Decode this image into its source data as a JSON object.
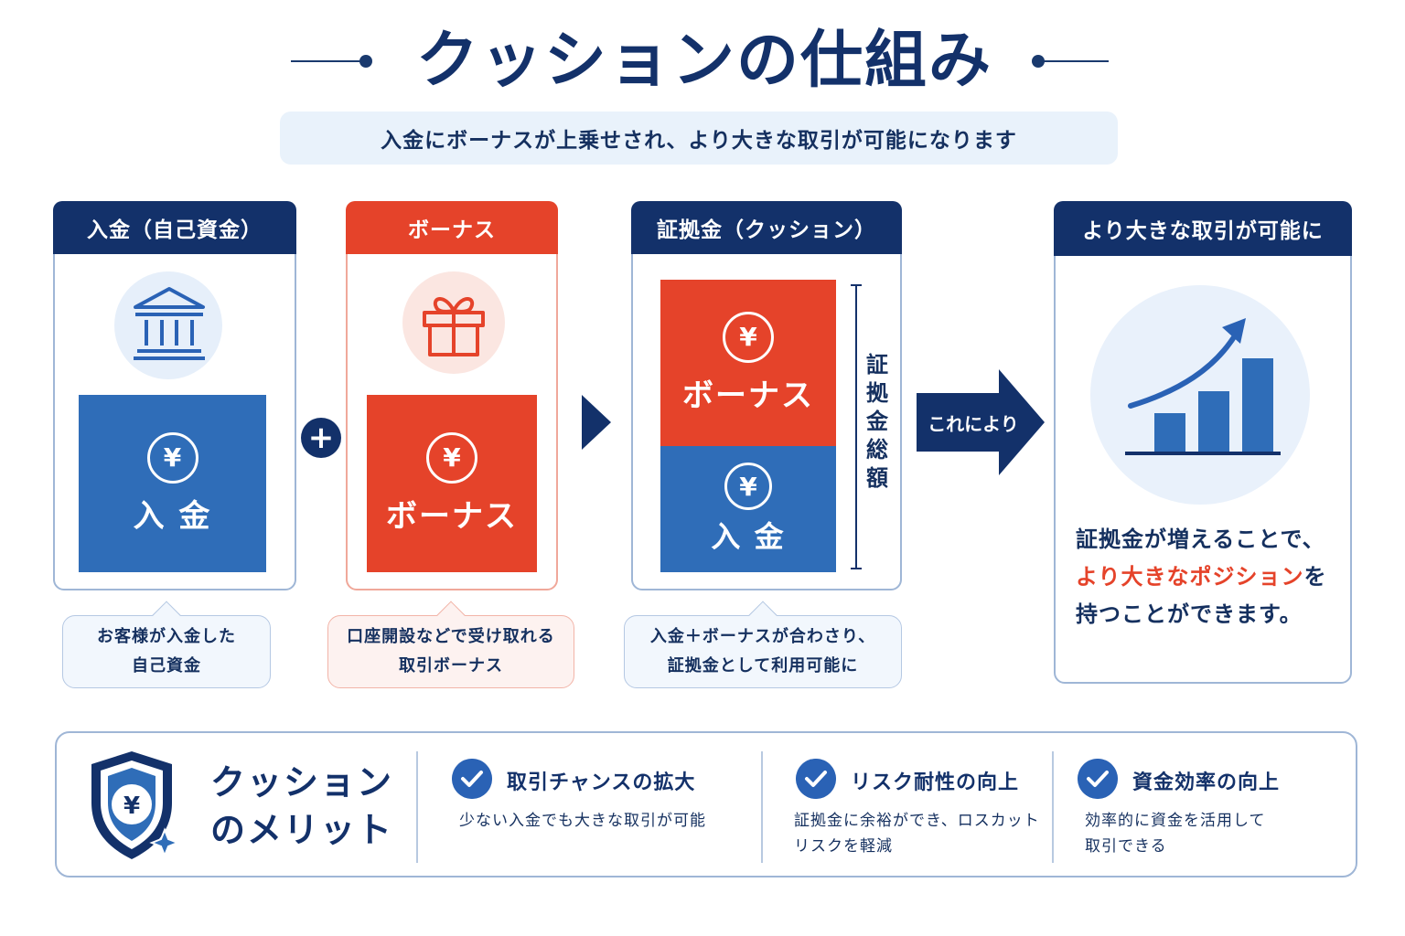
{
  "title": "クッションの仕組み",
  "subtitle": "入金にボーナスが上乗せされ、より大きな取引が可能になります",
  "deposit": {
    "header": "入金（自己資金）",
    "icon": "bank-icon",
    "yen": "¥",
    "block_label": "入 金",
    "note_line1": "お客様が入金した",
    "note_line2": "自己資金"
  },
  "plus_symbol": "+",
  "bonus": {
    "header": "ボーナス",
    "icon": "gift-icon",
    "yen": "¥",
    "block_label": "ボーナス",
    "note_line1": "口座開設などで受け取れる",
    "note_line2": "取引ボーナス"
  },
  "margin": {
    "header": "証拠金（クッション）",
    "top_yen": "¥",
    "top_label": "ボーナス",
    "bottom_yen": "¥",
    "bottom_label": "入 金",
    "total_label": "証拠金総額",
    "note_line1": "入金＋ボーナスが合わさり、",
    "note_line2": "証拠金として利用可能に"
  },
  "arrow_label": "これにより",
  "result": {
    "header": "より大きな取引が可能に",
    "icon": "growth-chart-icon",
    "line1": "証拠金が増えることで、",
    "line2_highlight": "より大きなポジション",
    "line2_rest": "を",
    "line3": "持つことができます。"
  },
  "merits": {
    "title_line1": "クッション",
    "title_line2": "のメリット",
    "icon": "shield-yen-icon",
    "items": [
      {
        "heading": "取引チャンスの拡大",
        "desc_line1": "少ない入金でも大きな取引が可能",
        "desc_line2": ""
      },
      {
        "heading": "リスク耐性の向上",
        "desc_line1": "証拠金に余裕ができ、ロスカット",
        "desc_line2": "リスクを軽減"
      },
      {
        "heading": "資金効率の向上",
        "desc_line1": "効率的に資金を活用して",
        "desc_line2": "取引できる"
      }
    ]
  },
  "colors": {
    "navy": "#13316a",
    "blue": "#2f6db8",
    "red": "#e5432a",
    "light_blue": "#e9f2fb"
  }
}
